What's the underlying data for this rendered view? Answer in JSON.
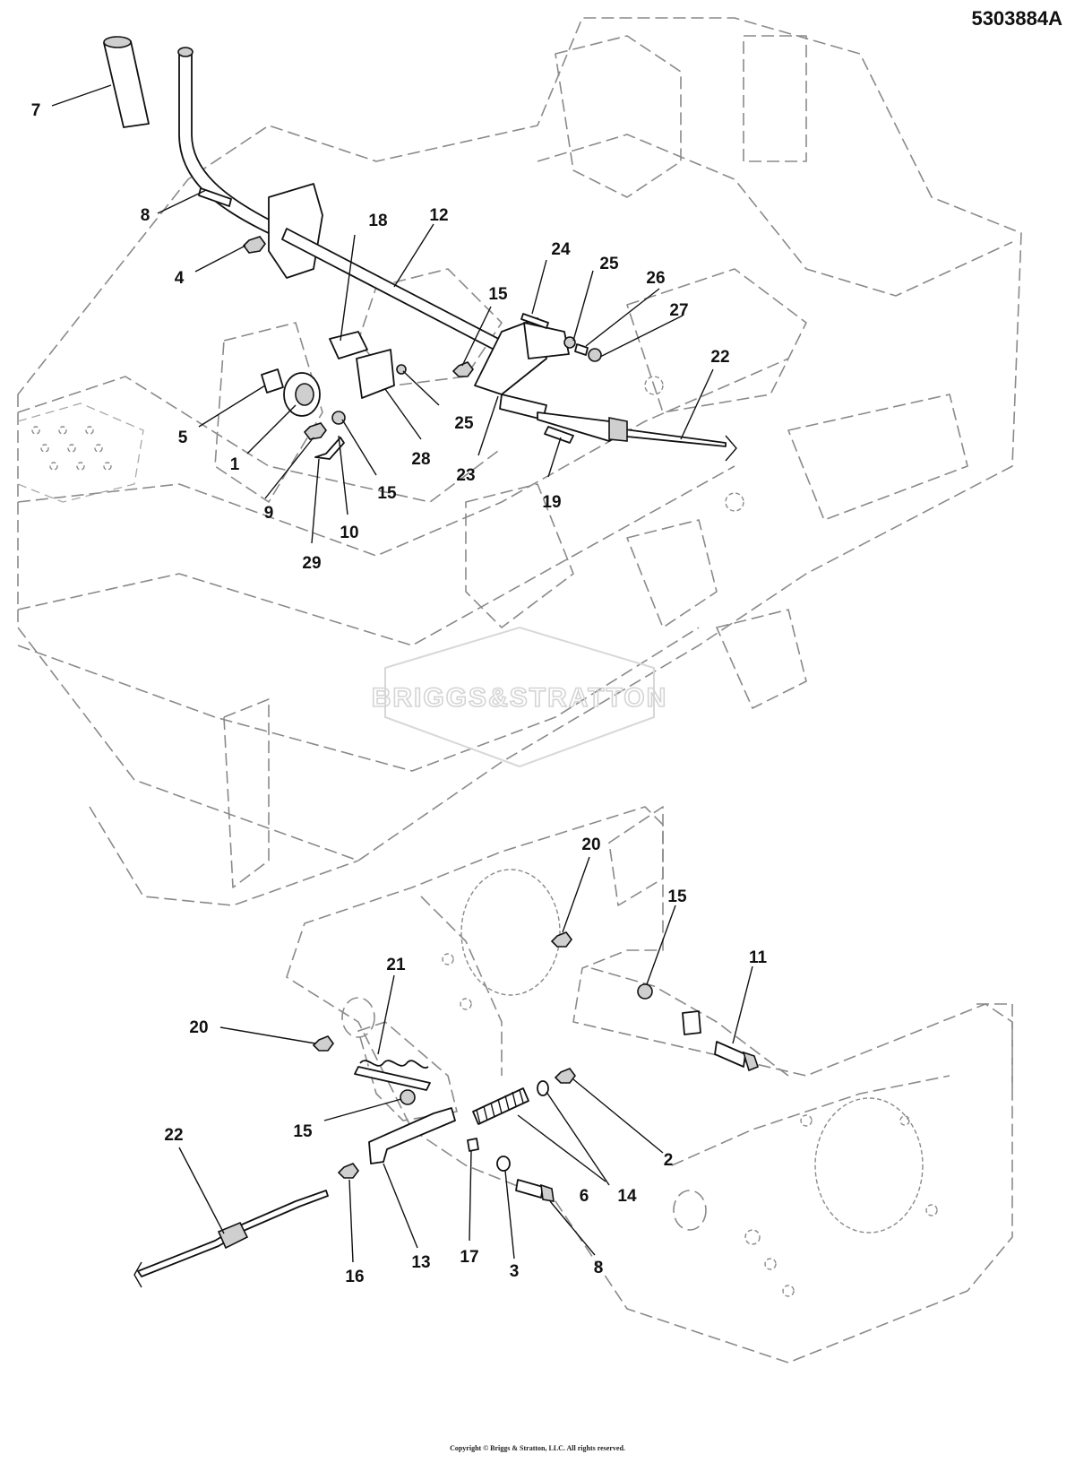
{
  "drawing_number": "5303884A",
  "copyright": "Copyright © Briggs & Stratton, LLC. All rights reserved.",
  "watermark": {
    "brand": "BRIGGS&STRATTON"
  },
  "callouts_upper": [
    "7",
    "8",
    "4",
    "18",
    "12",
    "24",
    "25",
    "26",
    "27",
    "15",
    "22",
    "5",
    "1",
    "28",
    "25",
    "23",
    "19",
    "9",
    "15",
    "10",
    "29"
  ],
  "callouts_lower": [
    "20",
    "15",
    "11",
    "21",
    "20",
    "15",
    "22",
    "6",
    "14",
    "2",
    "13",
    "17",
    "3",
    "8",
    "16"
  ]
}
